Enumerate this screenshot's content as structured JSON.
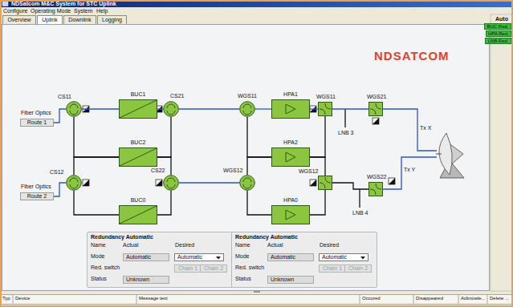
{
  "diagram": {
    "title": "NDSatcom M&C System for STC Uplink",
    "nodes": [
      {
        "text": [
          "Overview"
        ]
      },
      {
        "text": [
          "Uplink"
        ]
      },
      {
        "text": [
          "Downlink"
        ]
      },
      {
        "text": [
          "Logging"
        ]
      },
      {
        "text": [
          "BUC Red."
        ]
      },
      {
        "text": [
          "HPA Red."
        ]
      },
      {
        "text": [
          "LNB Red."
        ]
      },
      {
        "text": [
          "Fiber Optics",
          "Route 1"
        ]
      },
      {
        "text": [
          "Fiber Optics",
          "Route 2"
        ]
      },
      {
        "text": [
          "CS11"
        ]
      },
      {
        "text": [
          "CS12"
        ]
      },
      {
        "text": [
          "BUC1"
        ]
      },
      {
        "text": [
          "BUC2"
        ]
      },
      {
        "text": [
          "BUC0"
        ]
      },
      {
        "text": [
          "CS21"
        ]
      },
      {
        "text": [
          "CS22"
        ]
      },
      {
        "text": [
          "WGS11"
        ]
      },
      {
        "text": [
          "WGS12"
        ]
      },
      {
        "text": [
          "HPA1"
        ]
      },
      {
        "text": [
          "HPA2"
        ]
      },
      {
        "text": [
          "HPA0"
        ]
      },
      {
        "text": [
          "WGS11"
        ]
      },
      {
        "text": [
          "WGS12"
        ]
      },
      {
        "text": [
          "WGS21"
        ]
      },
      {
        "text": [
          "WGS22"
        ]
      },
      {
        "text": [
          "Redundancy Automatic"
        ]
      },
      {
        "text": [
          "Automatic"
        ],
        "in": 25
      },
      {
        "text": [
          "Automatic"
        ],
        "in": 25
      },
      {
        "text": [
          "Chain 1"
        ],
        "in": 25
      },
      {
        "text": [
          "Chain 2"
        ],
        "in": 25
      },
      {
        "text": [
          "Unknown"
        ],
        "in": 25
      },
      {
        "text": [
          "Redundancy Automatic"
        ]
      },
      {
        "text": [
          "Automatic"
        ],
        "in": 31
      },
      {
        "text": [
          "Automatic"
        ],
        "in": 31
      },
      {
        "text": [
          "Chain 1"
        ],
        "in": 31
      },
      {
        "text": [
          "Chain 2"
        ],
        "in": 31
      },
      {
        "text": [
          "Unknown"
        ],
        "in": 31
      }
    ],
    "edges": [
      {
        "from": 7,
        "to": 9,
        "arrow": "none"
      },
      {
        "from": 8,
        "to": 10,
        "arrow": "none"
      },
      {
        "from": 9,
        "to": 11,
        "arrow": "none"
      },
      {
        "from": 9,
        "to": 12,
        "arrow": "none"
      },
      {
        "from": 10,
        "to": 12,
        "arrow": "none"
      },
      {
        "from": 10,
        "to": 13,
        "arrow": "none"
      },
      {
        "from": 11,
        "to": 14,
        "arrow": "none"
      },
      {
        "from": 12,
        "to": 14,
        "arrow": "none"
      },
      {
        "from": 12,
        "to": 15,
        "arrow": "none"
      },
      {
        "from": 13,
        "to": 15,
        "arrow": "none"
      },
      {
        "from": 14,
        "to": 16,
        "arrow": "none"
      },
      {
        "from": 15,
        "to": 17,
        "arrow": "none"
      },
      {
        "from": 16,
        "to": 18,
        "arrow": "none"
      },
      {
        "from": 16,
        "to": 19,
        "arrow": "none"
      },
      {
        "from": 17,
        "to": 19,
        "arrow": "none"
      },
      {
        "from": 17,
        "to": 20,
        "arrow": "none"
      },
      {
        "from": 18,
        "to": 21,
        "arrow": "none"
      },
      {
        "from": 19,
        "to": 21,
        "arrow": "none"
      },
      {
        "from": 19,
        "to": 22,
        "arrow": "none"
      },
      {
        "from": 20,
        "to": 22,
        "arrow": "none"
      },
      {
        "from": 21,
        "to": 23,
        "arrow": "none"
      },
      {
        "from": 22,
        "to": 24,
        "arrow": "none"
      }
    ],
    "labels": [
      "Configure",
      "Operating Mode",
      "System",
      "Help",
      "Auto",
      "NDSATCOM",
      "LNB 3",
      "LNB 4",
      "Tx X",
      "Tx Y",
      "Name",
      "Actual",
      "Desired",
      "Mode",
      "Red. switch",
      "Status",
      "Name",
      "Actual",
      "Desired",
      "Mode",
      "Red. switch",
      "Status",
      "Typ",
      "Device",
      "Message text",
      "Occured",
      "Disappeared",
      "Acknowle...",
      "Delete ..."
    ]
  }
}
